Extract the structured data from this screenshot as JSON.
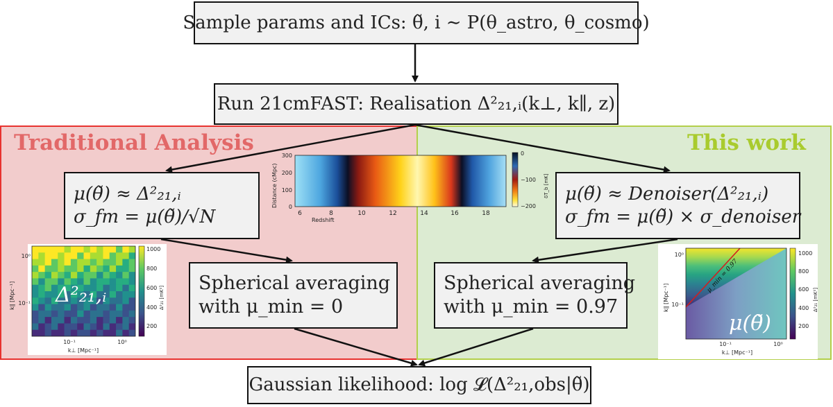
{
  "sections": {
    "left_title": "Traditional Analysis",
    "right_title": "This work"
  },
  "boxes": {
    "sample": "Sample params and ICs: θ̃, i ∼ P(θ_astro, θ_cosmo)",
    "run": "Run 21cmFAST: Realisation Δ²₂₁,ᵢ(k⊥, k∥, z)",
    "mu_left_line1": "μ(θ̃) ≈ Δ²₂₁,ᵢ",
    "mu_left_line2": "σ_fm = μ(θ̃)/√N",
    "mu_right_line1": "μ(θ̃) ≈ Denoiser(Δ²₂₁,ᵢ)",
    "mu_right_line2": "σ_fm = μ(θ̃) × σ_denoiser",
    "sph_left_line1": "Spherical averaging",
    "sph_left_line2": "with μ_min = 0",
    "sph_right_line1": "Spherical averaging",
    "sph_right_line2": "with μ_min = 0.97",
    "gauss": "Gaussian likelihood: log 𝓛(Δ²₂₁,obs|θ̃)"
  },
  "lightcone": {
    "ylabel": "Distance (cMpc)",
    "xlabel": "Redshift",
    "yticks": [
      "0",
      "100",
      "200",
      "300"
    ],
    "xticks": [
      "6",
      "8",
      "10",
      "12",
      "14",
      "16",
      "18"
    ],
    "cbar_label": "δT_b [mK]",
    "cbar_ticks": [
      "0",
      "−100",
      "−200"
    ]
  },
  "ps_left": {
    "overlay": "Δ²₂₁,ᵢ",
    "xlabel": "k⊥ [Mpc⁻¹]",
    "ylabel": "k∥ [Mpc⁻¹]",
    "xticks": [
      "10⁻¹",
      "10⁰"
    ],
    "yticks": [
      "10⁰",
      "10⁻¹"
    ],
    "cbar_ticks": [
      "1000",
      "800",
      "600",
      "400",
      "200"
    ],
    "cbar_label": "Δ²₂₁ [mK²]"
  },
  "ps_right": {
    "overlay": "μ(θ̃)",
    "line_label": "μ_min = 0.97",
    "xlabel": "k⊥ [Mpc⁻¹]",
    "ylabel": "k∥ [Mpc⁻¹]",
    "xticks": [
      "10⁻¹",
      "10⁰"
    ],
    "yticks": [
      "10⁰",
      "10⁻¹"
    ],
    "cbar_ticks": [
      "1000",
      "800",
      "600",
      "400",
      "200"
    ],
    "cbar_label": "Δ²₂₁ [mK²]"
  },
  "colors": {
    "left_panel": "#f2cccc",
    "left_border": "#e8322f",
    "right_panel": "#dcebd2",
    "right_border": "#b3cf4a",
    "left_title": "#e26868",
    "right_title": "#a9cb2e"
  }
}
